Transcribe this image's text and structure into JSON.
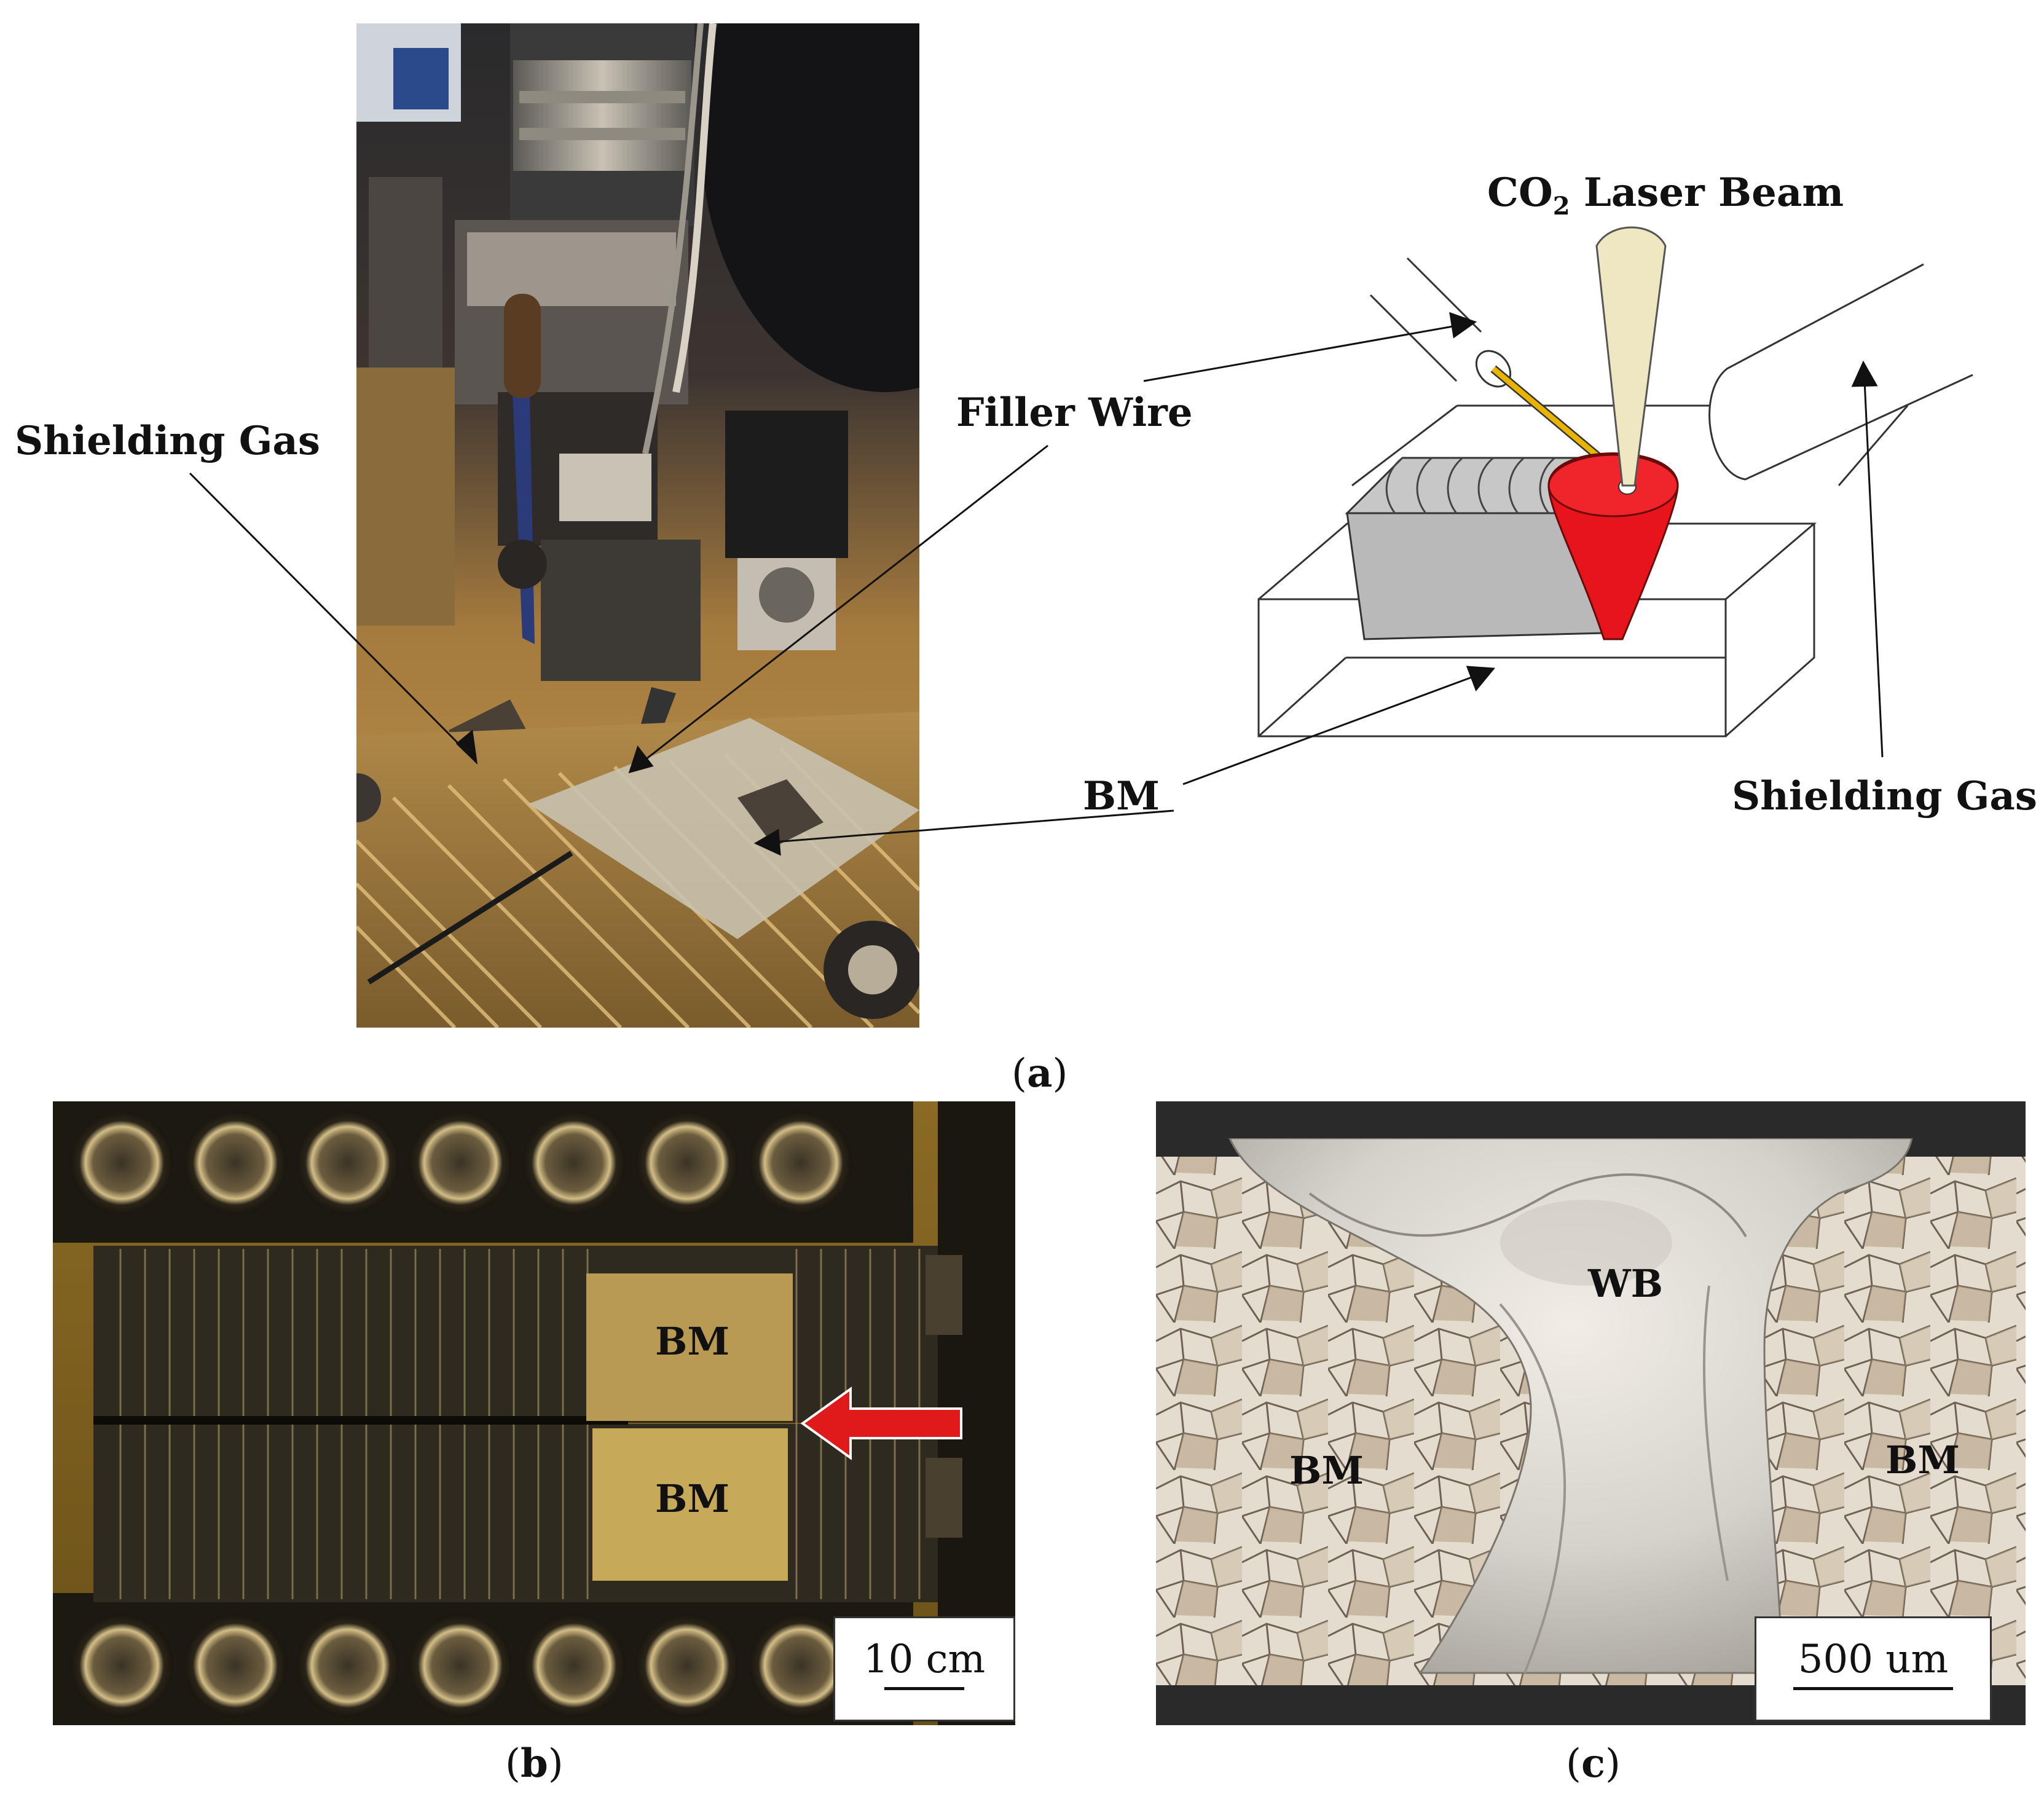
{
  "panel_a": {
    "labels": {
      "shielding_gas_left": "Shielding Gas",
      "filler_wire": "Filler Wire",
      "bm": "BM",
      "laser_beam_prefix": "CO",
      "laser_beam_sub": "2",
      "laser_beam_suffix": " Laser Beam",
      "shielding_gas_right": "Shielding Gas"
    },
    "caption_letter": "a"
  },
  "panel_b": {
    "bm_top": "BM",
    "bm_bottom": "BM",
    "scale_text": "10 cm",
    "caption_letter": "b"
  },
  "panel_c": {
    "wb": "WB",
    "bm_left": "BM",
    "bm_right": "BM",
    "scale_text": "500 um",
    "caption_letter": "c"
  },
  "colors": {
    "melt_pool": "#e8141c",
    "laser_beam": "#efe6c2",
    "filler_wire": "#e8b400",
    "weld_bead": "#b9b9b9",
    "arrow": "#e01a1a"
  }
}
